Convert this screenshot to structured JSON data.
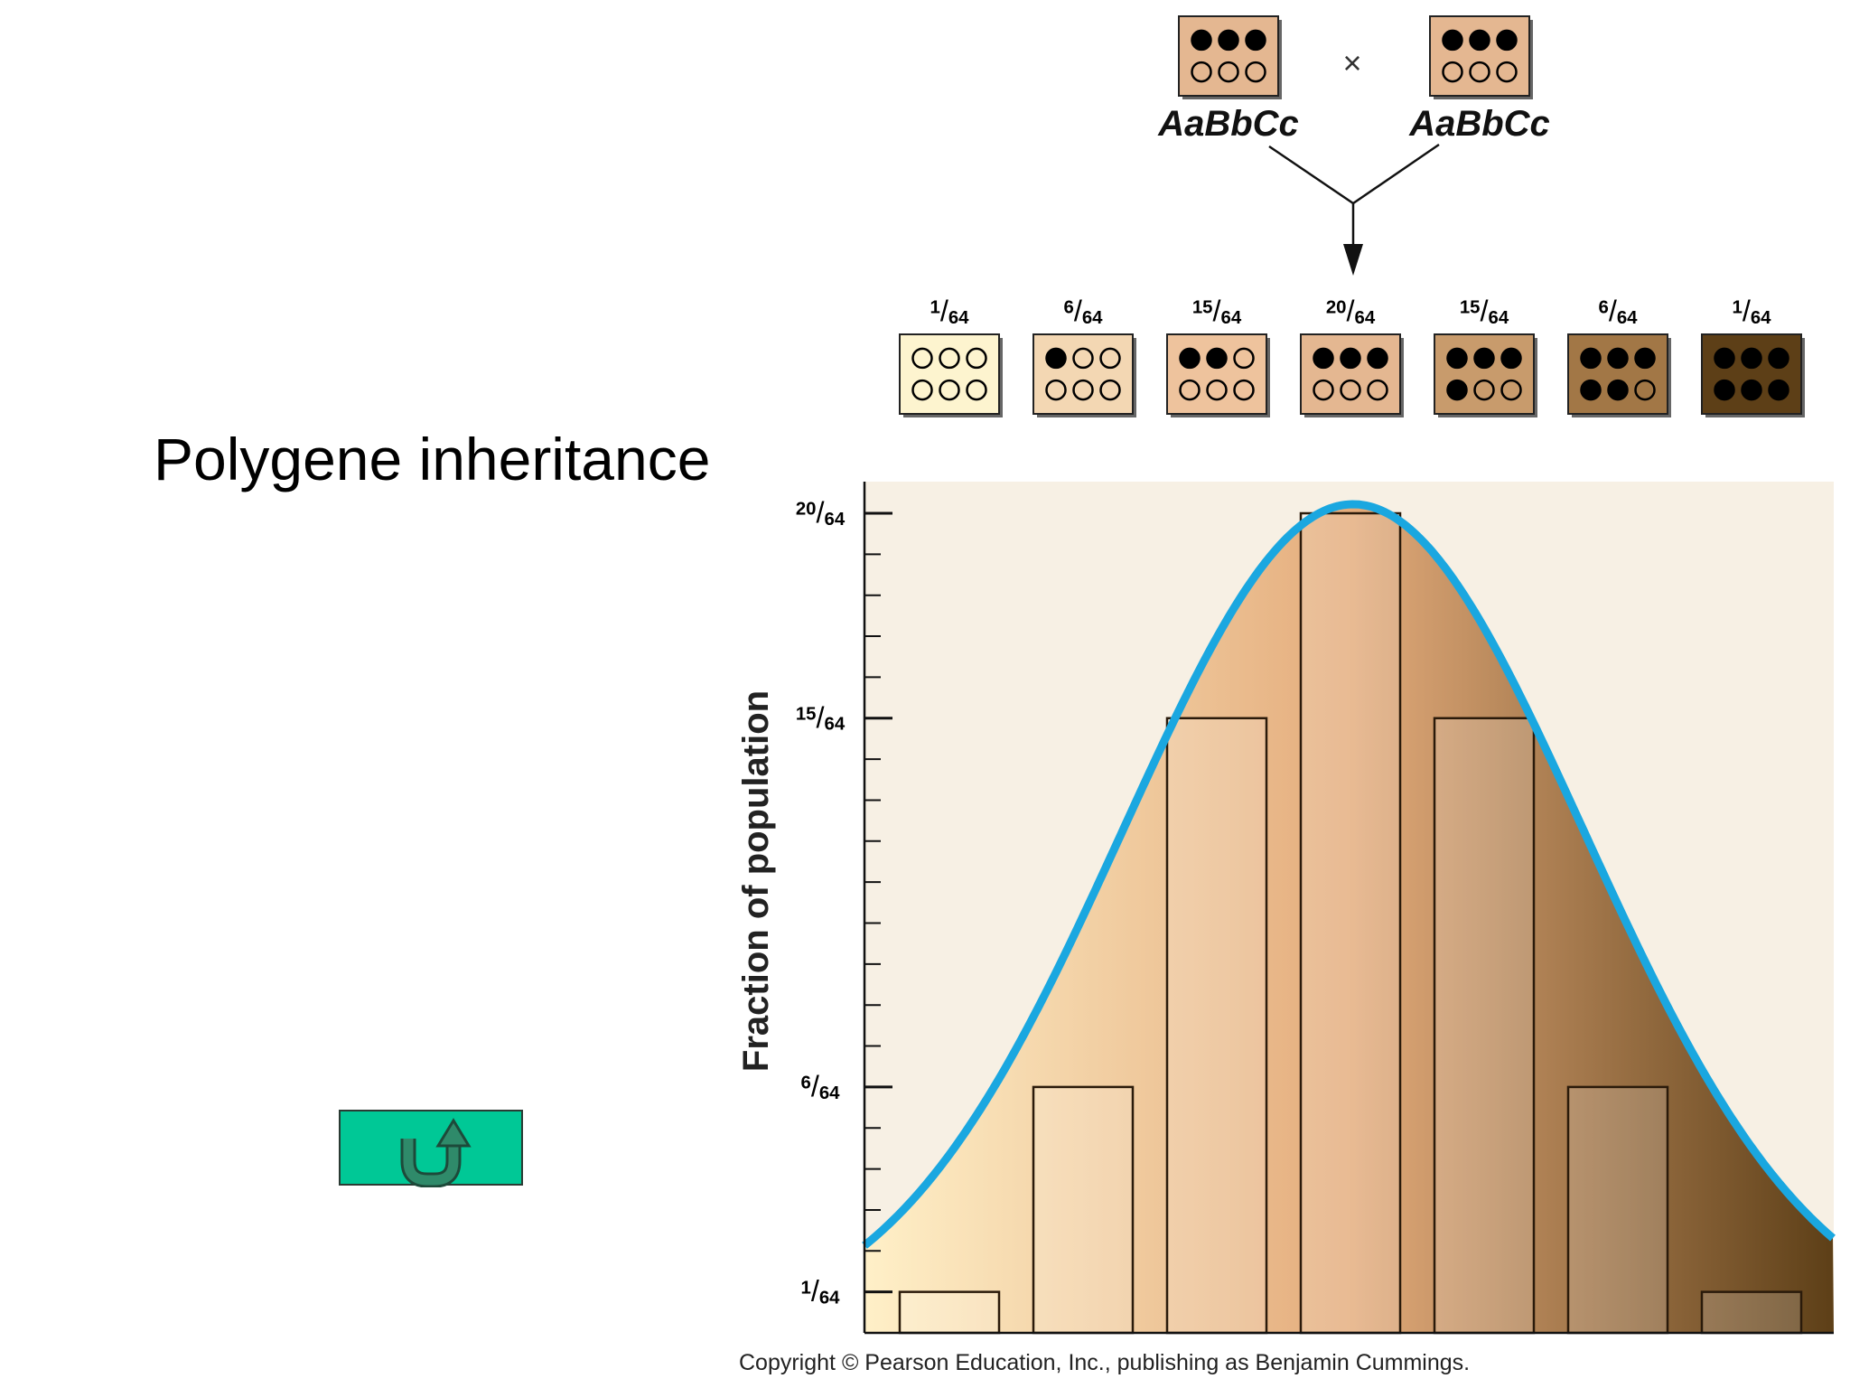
{
  "slide": {
    "title": "Polygene inheritance"
  },
  "navigation": {
    "back_icon": "u-turn-up-arrow-icon",
    "button_color": "#00c896"
  },
  "cross": {
    "symbol": "×",
    "parents": [
      {
        "genotype": "AaBbCc",
        "dark_alleles": 3,
        "color": "#e4b791"
      },
      {
        "genotype": "AaBbCc",
        "dark_alleles": 3,
        "color": "#e4b791"
      }
    ]
  },
  "offspring": [
    {
      "numerator": "1",
      "denominator": "64",
      "dark_alleles": 0,
      "color": "#fdf4cf"
    },
    {
      "numerator": "6",
      "denominator": "64",
      "dark_alleles": 1,
      "color": "#f3d7b3"
    },
    {
      "numerator": "15",
      "denominator": "64",
      "dark_alleles": 2,
      "color": "#eec39d"
    },
    {
      "numerator": "20",
      "denominator": "64",
      "dark_alleles": 3,
      "color": "#e4b791"
    },
    {
      "numerator": "15",
      "denominator": "64",
      "dark_alleles": 4,
      "color": "#c89b6c"
    },
    {
      "numerator": "6",
      "denominator": "64",
      "dark_alleles": 5,
      "color": "#a27746"
    },
    {
      "numerator": "1",
      "denominator": "64",
      "dark_alleles": 6,
      "color": "#5d3f17"
    }
  ],
  "chart_data": {
    "type": "bar",
    "ylabel": "Fraction of population",
    "yticks_labeled": [
      {
        "numerator": "1",
        "denominator": "64",
        "value": 1
      },
      {
        "numerator": "6",
        "denominator": "64",
        "value": 6
      },
      {
        "numerator": "15",
        "denominator": "64",
        "value": 15
      },
      {
        "numerator": "20",
        "denominator": "64",
        "value": 20
      }
    ],
    "ylim": [
      0,
      20
    ],
    "minor_tick_step": 1,
    "values": [
      1,
      6,
      15,
      20,
      15,
      6,
      1
    ],
    "curve_color": "#1aa7e0",
    "gradient": [
      "#fff0c8",
      "#e4ac7c",
      "#5d3f17"
    ]
  },
  "copyright": "Copyright © Pearson Education, Inc., publishing as Benjamin Cummings."
}
